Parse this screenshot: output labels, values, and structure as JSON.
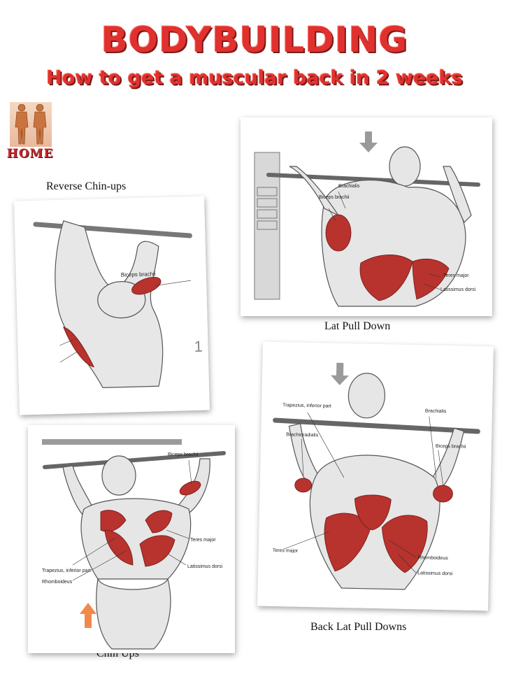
{
  "header": {
    "title": "BODYBUILDING",
    "subtitle": "How to get a muscular back in 2 weeks"
  },
  "home": {
    "label": "HOME"
  },
  "captions": {
    "reverse_chin_ups": "Reverse Chin-ups",
    "lat_pull_down": "Lat Pull Down",
    "back_lat_pull_downs": "Back Lat Pull Downs",
    "chin_ups": "Chin Ups"
  },
  "illustrations": {
    "reverse_chin_ups": {
      "labels": [
        "Biceps brachii"
      ],
      "number": "1"
    },
    "lat_pull_down": {
      "labels": [
        "Brachialis",
        "Biceps brachii",
        "Teres major",
        "Latissimus dorsi"
      ]
    },
    "back_lat_pull_downs": {
      "labels": [
        "Trapezius, inferior part",
        "Brachialis",
        "Brachioradialis",
        "Biceps brachii",
        "Teres major",
        "Rhomboideus",
        "Latissimus dorsi"
      ]
    },
    "chin_ups": {
      "labels": [
        "Biceps brachii",
        "Teres major",
        "Trapezius, inferior part",
        "Rhomboideus",
        "Latissimus dorsi"
      ]
    }
  },
  "colors": {
    "title_red": "#e0312e",
    "muscle_red": "#b8322e",
    "arrow_gray": "#9a9a9a",
    "arrow_orange": "#f08a4b"
  }
}
